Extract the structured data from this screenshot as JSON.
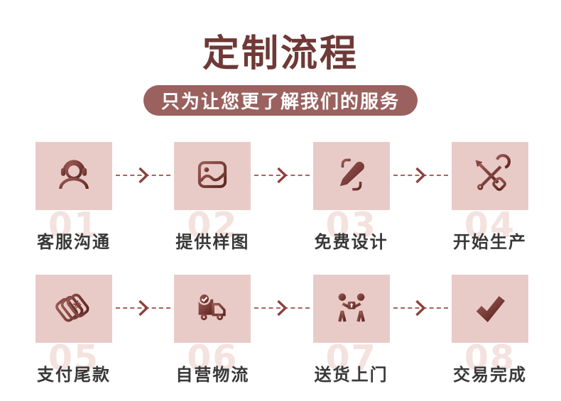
{
  "header": {
    "title": "定制流程",
    "subtitle": "只为让您更了解我们的服务"
  },
  "steps": [
    {
      "number": "01",
      "label": "客服沟通",
      "icon": "headset-support-icon"
    },
    {
      "number": "02",
      "label": "提供样图",
      "icon": "sample-image-icon"
    },
    {
      "number": "03",
      "label": "免费设计",
      "icon": "design-ruler-pencil-icon"
    },
    {
      "number": "04",
      "label": "开始生产",
      "icon": "production-tools-icon"
    },
    {
      "number": "05",
      "label": "支付尾款",
      "icon": "payment-cards-icon"
    },
    {
      "number": "06",
      "label": "自营物流",
      "icon": "logistics-truck-icon"
    },
    {
      "number": "07",
      "label": "送货上门",
      "icon": "home-delivery-icon"
    },
    {
      "number": "08",
      "label": "交易完成",
      "icon": "checkmark-icon"
    }
  ],
  "colors": {
    "title_text": "#6e3936",
    "pill_background": "#9a615f",
    "pill_text": "#ffffff",
    "tile_background": "#e8cbc7",
    "icon_gradient_light": "#9c5b56",
    "icon_gradient_dark": "#5d2420",
    "step_number": "#f4e2de",
    "step_label": "#383838",
    "arrow": "#aa625d",
    "page_background": "#ffffff"
  }
}
